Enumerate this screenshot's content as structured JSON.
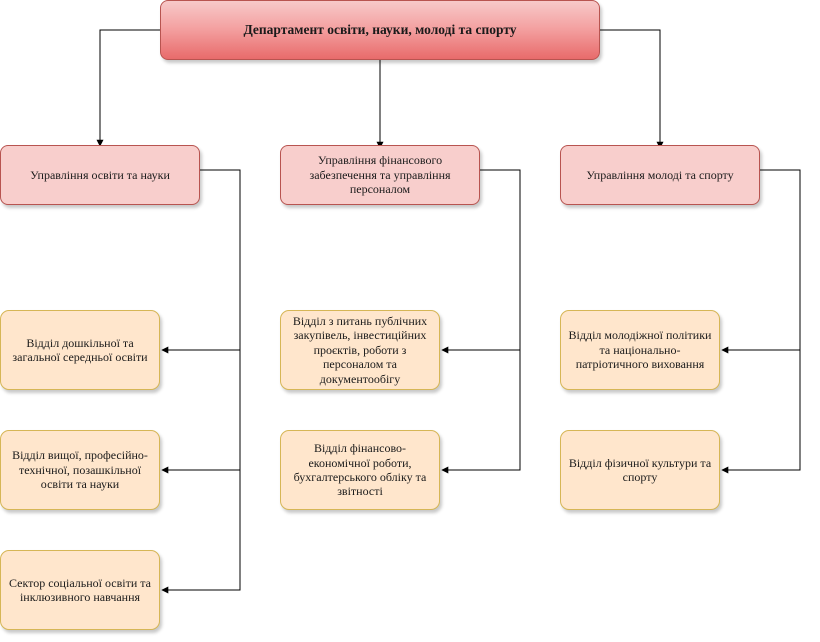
{
  "diagram": {
    "top": "Департамент освіти, науки, молоді та спорту",
    "managements": [
      {
        "label": "Управління освіти та науки",
        "departments": [
          "Відділ  дошкільної та загальної середньої освіти",
          "Відділ вищої, професійно-технічної, позашкільної освіти та науки",
          "Сектор соціальної освіти та інклюзивного навчання"
        ]
      },
      {
        "label": "Управління фінансового забезпечення та управління персоналом",
        "departments": [
          "Відділ з питань публічних закупівель, інвестиційних проєктів, роботи з персоналом та документообігу",
          "Відділ фінансово-економічної роботи, бухгалтерського обліку та звітності"
        ]
      },
      {
        "label": "Управління молоді та спорту",
        "departments": [
          "Відділ молодіжної політики та національно-патріотичного виховання",
          "Відділ фізичної культури та спорту"
        ]
      }
    ]
  }
}
